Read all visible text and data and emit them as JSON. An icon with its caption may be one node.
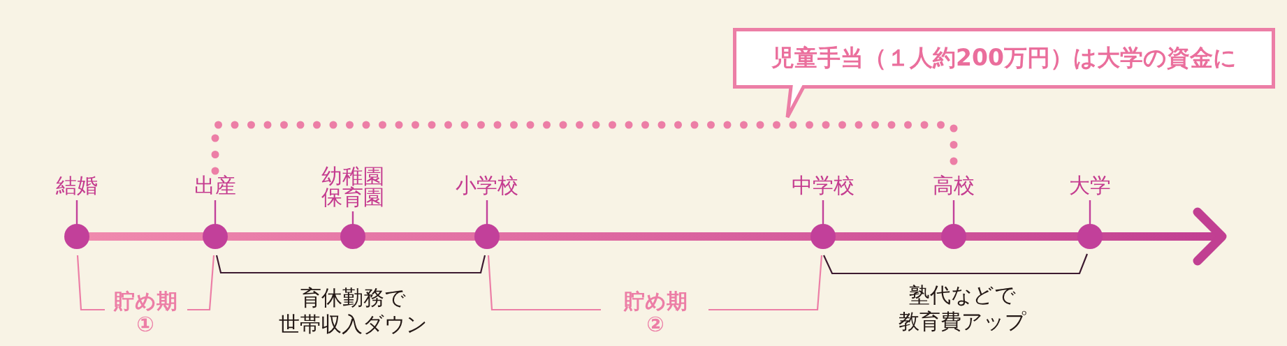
{
  "diagram": {
    "nodes": [
      {
        "text": [
          "結婚"
        ]
      },
      {
        "text": [
          "出産"
        ]
      },
      {
        "text": [
          "幼稚園保育園"
        ]
      },
      {
        "text": [
          "小学校"
        ]
      },
      {
        "text": [
          "中学校"
        ]
      },
      {
        "text": [
          "高校"
        ]
      },
      {
        "text": [
          "大学"
        ]
      },
      {
        "text": [
          "児童手当（１人約200万円）は大学の資金に"
        ]
      }
    ],
    "edges": [
      {
        "from": 1,
        "to": 5,
        "arrow": "none",
        "style": "dashed"
      }
    ],
    "labels": [
      "貯め期①",
      "育休勤務で世帯収入ダウン",
      "貯め期②",
      "塾代などで教育費アップ"
    ]
  }
}
